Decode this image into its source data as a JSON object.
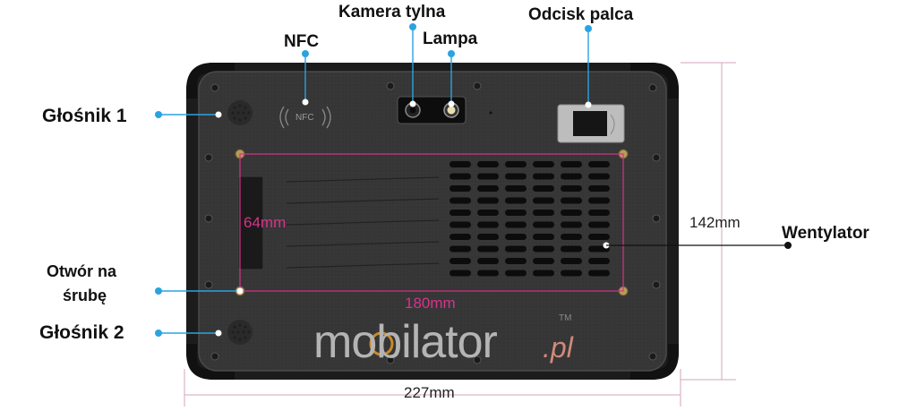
{
  "labels": {
    "camera": "Kamera tylna",
    "fingerprint": "Odcisk palca",
    "nfc": "NFC",
    "lamp": "Lampa",
    "speaker1": "Głośnik 1",
    "fan": "Wentylator",
    "screw_line1": "Otwór na",
    "screw_line2": "śrubę",
    "speaker2": "Głośnik 2"
  },
  "dimensions": {
    "height": "142mm",
    "width": "227mm",
    "inner_height": "64mm",
    "inner_width": "180mm"
  },
  "brand": {
    "name": "mobilator",
    "suffix": ".pl",
    "tm": "TM"
  },
  "device": {
    "nfc_mark": "NFC"
  },
  "colors": {
    "callout_blue": "#2aa3e0",
    "dimension_pink": "#d6338a",
    "tablet_body": "#2e2e2e"
  }
}
